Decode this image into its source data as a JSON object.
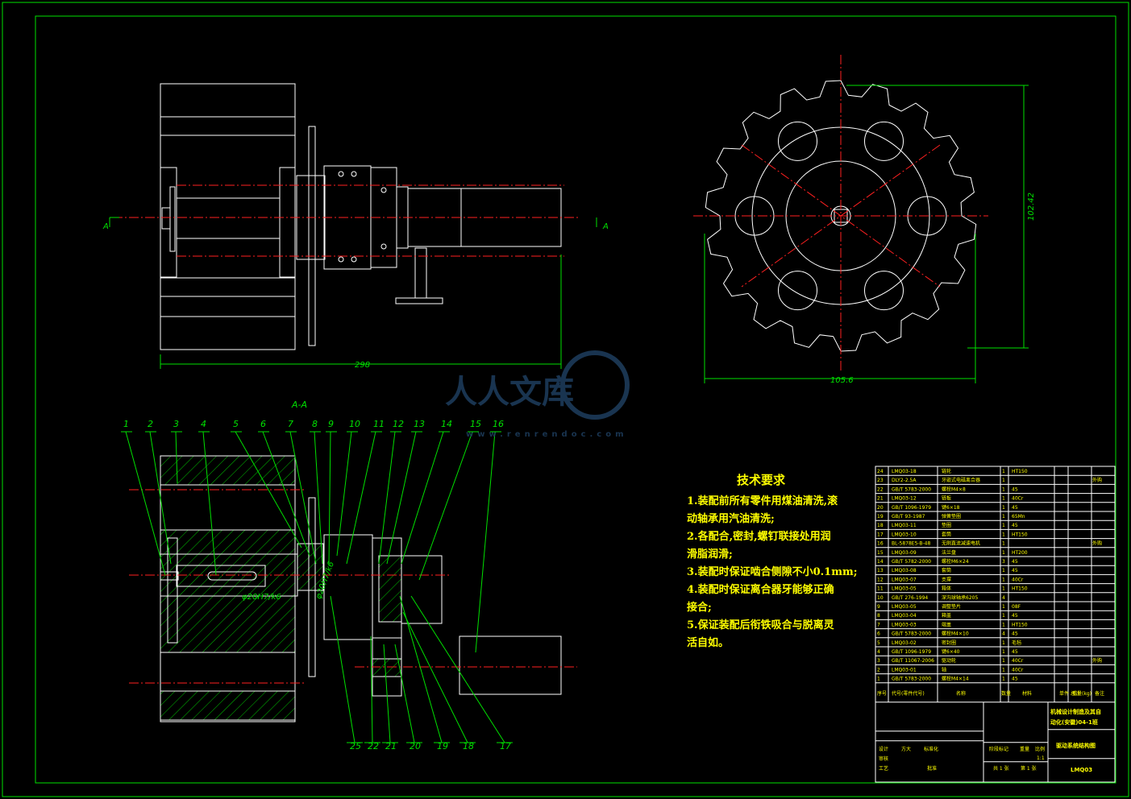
{
  "dimensions": {
    "overall_length": "298",
    "sprocket_diameter": "105.6",
    "sprocket_height": "102.42",
    "shaft_fit": "φ20H7/k6",
    "section_fit": "φ20H7/k6"
  },
  "section_marks": {
    "left": "A",
    "right": "A",
    "view_title": "A-A"
  },
  "part_labels_top": [
    "1",
    "2",
    "3",
    "4",
    "5",
    "6",
    "7",
    "8",
    "9",
    "10",
    "11",
    "12",
    "13",
    "14",
    "15",
    "16"
  ],
  "part_labels_bottom": [
    "25",
    "22",
    "21",
    "20",
    "19",
    "18",
    "17"
  ],
  "notes": {
    "title": "技术要求",
    "lines": [
      "1.装配前所有零件用煤油清洗,滚",
      "  动轴承用汽油清洗;",
      "2.各配合,密封,螺钉联接处用润",
      "  滑脂润滑;",
      "3.装配时保证啮合侧隙不小0.1mm;",
      "4.装配时保证离合器牙能够正确",
      "  接合;",
      "5.保证装配后衔铁吸合与脱离灵",
      "  活自如。"
    ]
  },
  "bom": {
    "rows": [
      [
        "24",
        "LMQ03-18",
        "链轮",
        "1",
        "HT150",
        ""
      ],
      [
        "23",
        "DLY2-2.5A",
        "牙嵌式电磁离合器",
        "1",
        "",
        "外购"
      ],
      [
        "22",
        "GB/T 5783-2000",
        "螺栓M4×8",
        "1",
        "45",
        ""
      ],
      [
        "21",
        "LMQ03-12",
        "链板",
        "1",
        "40Cr",
        ""
      ],
      [
        "20",
        "GB/T 1096-1979",
        "键6×18",
        "1",
        "45",
        ""
      ],
      [
        "19",
        "GB/T 93-1987",
        "弹簧垫圈",
        "1",
        "65Mn",
        ""
      ],
      [
        "18",
        "LMQ03-11",
        "垫圈",
        "1",
        "45",
        ""
      ],
      [
        "17",
        "LMQ03-10",
        "套筒",
        "1",
        "HT150",
        ""
      ],
      [
        "16",
        "BL-5878E5-B-48",
        "无刷直流减速电机",
        "1",
        "",
        "外购"
      ],
      [
        "15",
        "LMQ03-09",
        "法兰盘",
        "1",
        "HT200",
        ""
      ],
      [
        "14",
        "GB/T 5782-2000",
        "螺栓M6×24",
        "3",
        "45",
        ""
      ],
      [
        "13",
        "LMQ03-08",
        "套筒",
        "1",
        "45",
        ""
      ],
      [
        "12",
        "LMQ03-07",
        "支撑",
        "1",
        "40Cr",
        ""
      ],
      [
        "11",
        "LMQ03-05",
        "箱体",
        "1",
        "HT150",
        ""
      ],
      [
        "10",
        "GB/T 276-1994",
        "深沟球轴承6205",
        "4",
        "",
        ""
      ],
      [
        "9",
        "LMQ03-05",
        "调整垫片",
        "1",
        "08F",
        ""
      ],
      [
        "8",
        "LMQ03-04",
        "箱盖",
        "1",
        "45",
        ""
      ],
      [
        "7",
        "LMQ03-03",
        "端盖",
        "1",
        "HT150",
        ""
      ],
      [
        "6",
        "GB/T 5783-2000",
        "螺栓M4×10",
        "4",
        "45",
        ""
      ],
      [
        "5",
        "LMQ03-02",
        "密封圈",
        "1",
        "毛毡",
        ""
      ],
      [
        "4",
        "GB/T 1096-1979",
        "键6×40",
        "1",
        "45",
        ""
      ],
      [
        "3",
        "GB/T 11067-2006",
        "驱动轮",
        "1",
        "40Cr",
        "外购"
      ],
      [
        "2",
        "LMQ03-01",
        "轴",
        "1",
        "40Cr",
        ""
      ],
      [
        "1",
        "GB/T 5783-2000",
        "螺栓M4×14",
        "1",
        "45",
        ""
      ]
    ],
    "header": [
      "序号",
      "代号(零件代号)",
      "名称",
      "数量",
      "材料",
      "单件 总计",
      "重量(kg)",
      "备注"
    ]
  },
  "title_block": {
    "school": "机械设计制造及其自",
    "school2": "动化(安徽)04-1班",
    "drawing_name": "驱动系统结构图",
    "drawing_no": "LMQ03",
    "scale_label": "比例",
    "scale": "1:1",
    "sheets": "共 1 张",
    "sheet": "第 1 张",
    "stage_label": "阶段标记",
    "weight_label": "重量",
    "design_row": [
      "设计",
      "方大",
      "标准化"
    ],
    "review": "审核",
    "process": "工艺",
    "approve": "批准"
  },
  "watermark": {
    "text": "人人文库",
    "url": "www.renrendoc.com"
  }
}
